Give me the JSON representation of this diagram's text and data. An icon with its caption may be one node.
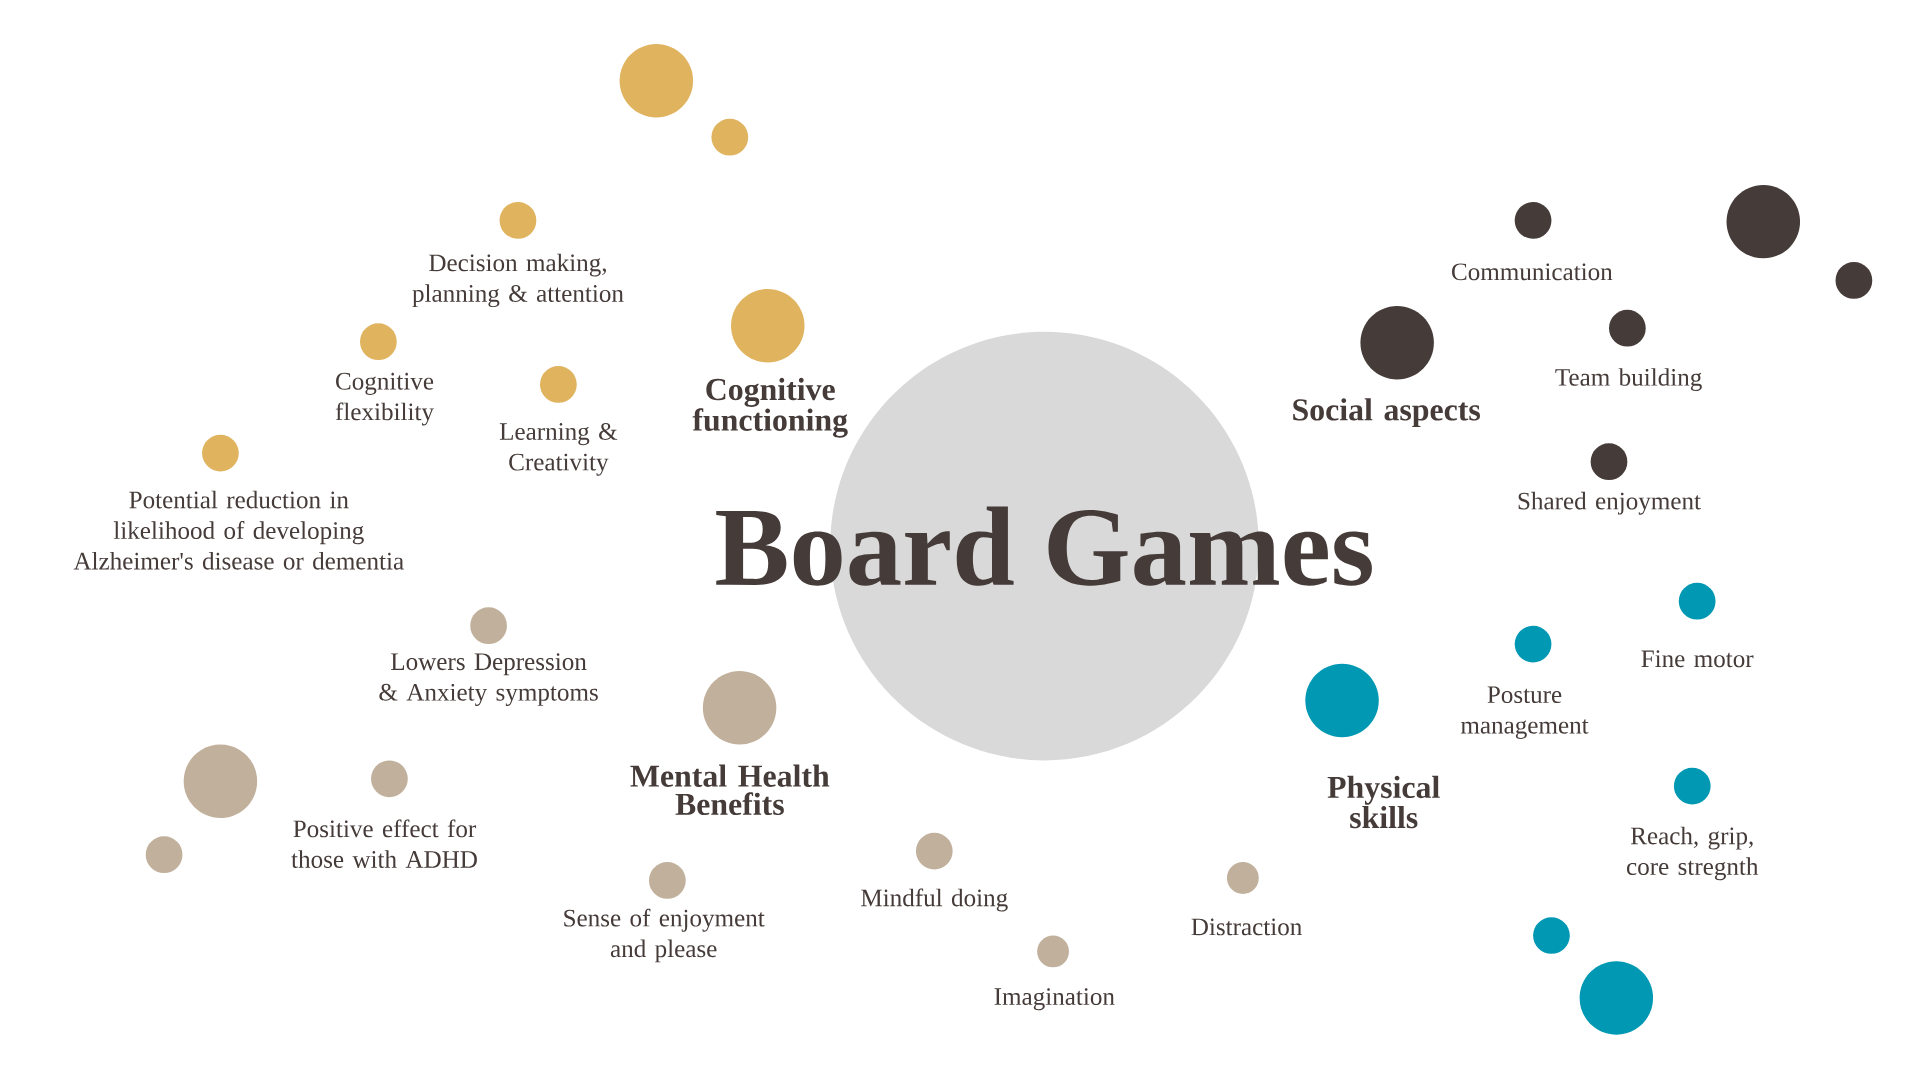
{
  "diagram": {
    "nodes": [
      {
        "text": [
          "Board Games"
        ]
      },
      {
        "text": [],
        "shape": "circle"
      },
      {
        "text": [],
        "shape": "circle"
      },
      {
        "text": [
          "Decision making, planning & attention"
        ]
      },
      {
        "text": [
          "Cognitive flexibility"
        ]
      },
      {
        "text": [
          "Learning & Creativity"
        ]
      },
      {
        "text": [
          "Cognitive functioning"
        ]
      },
      {
        "text": [
          "Potential reduction in likelihood of developing Alzheimer's disease or dementia"
        ]
      },
      {
        "text": [
          "Communication"
        ]
      },
      {
        "text": [],
        "shape": "circle"
      },
      {
        "text": [],
        "shape": "circle"
      },
      {
        "text": [
          "Social aspects"
        ]
      },
      {
        "text": [
          "Team building"
        ]
      },
      {
        "text": [
          "Shared enjoyment"
        ]
      },
      {
        "text": [
          "Lowers Depression & Anxiety symptoms"
        ]
      },
      {
        "text": [
          "Mental Health Benefits"
        ]
      },
      {
        "text": [],
        "shape": "circle"
      },
      {
        "text": [],
        "shape": "circle"
      },
      {
        "text": [
          "Positive effect for those with ADHD"
        ]
      },
      {
        "text": [
          "Sense of enjoyment and please"
        ]
      },
      {
        "text": [
          "Mindful doing"
        ]
      },
      {
        "text": [
          "Imagination"
        ]
      },
      {
        "text": [
          "Distraction"
        ]
      },
      {
        "text": [
          "Fine motor"
        ]
      },
      {
        "text": [
          "Posture management"
        ]
      },
      {
        "text": [
          "Physical skills"
        ]
      },
      {
        "text": [
          "Reach, grip, core stregnth"
        ]
      },
      {
        "text": [],
        "shape": "circle"
      },
      {
        "text": [],
        "shape": "circle"
      }
    ]
  }
}
